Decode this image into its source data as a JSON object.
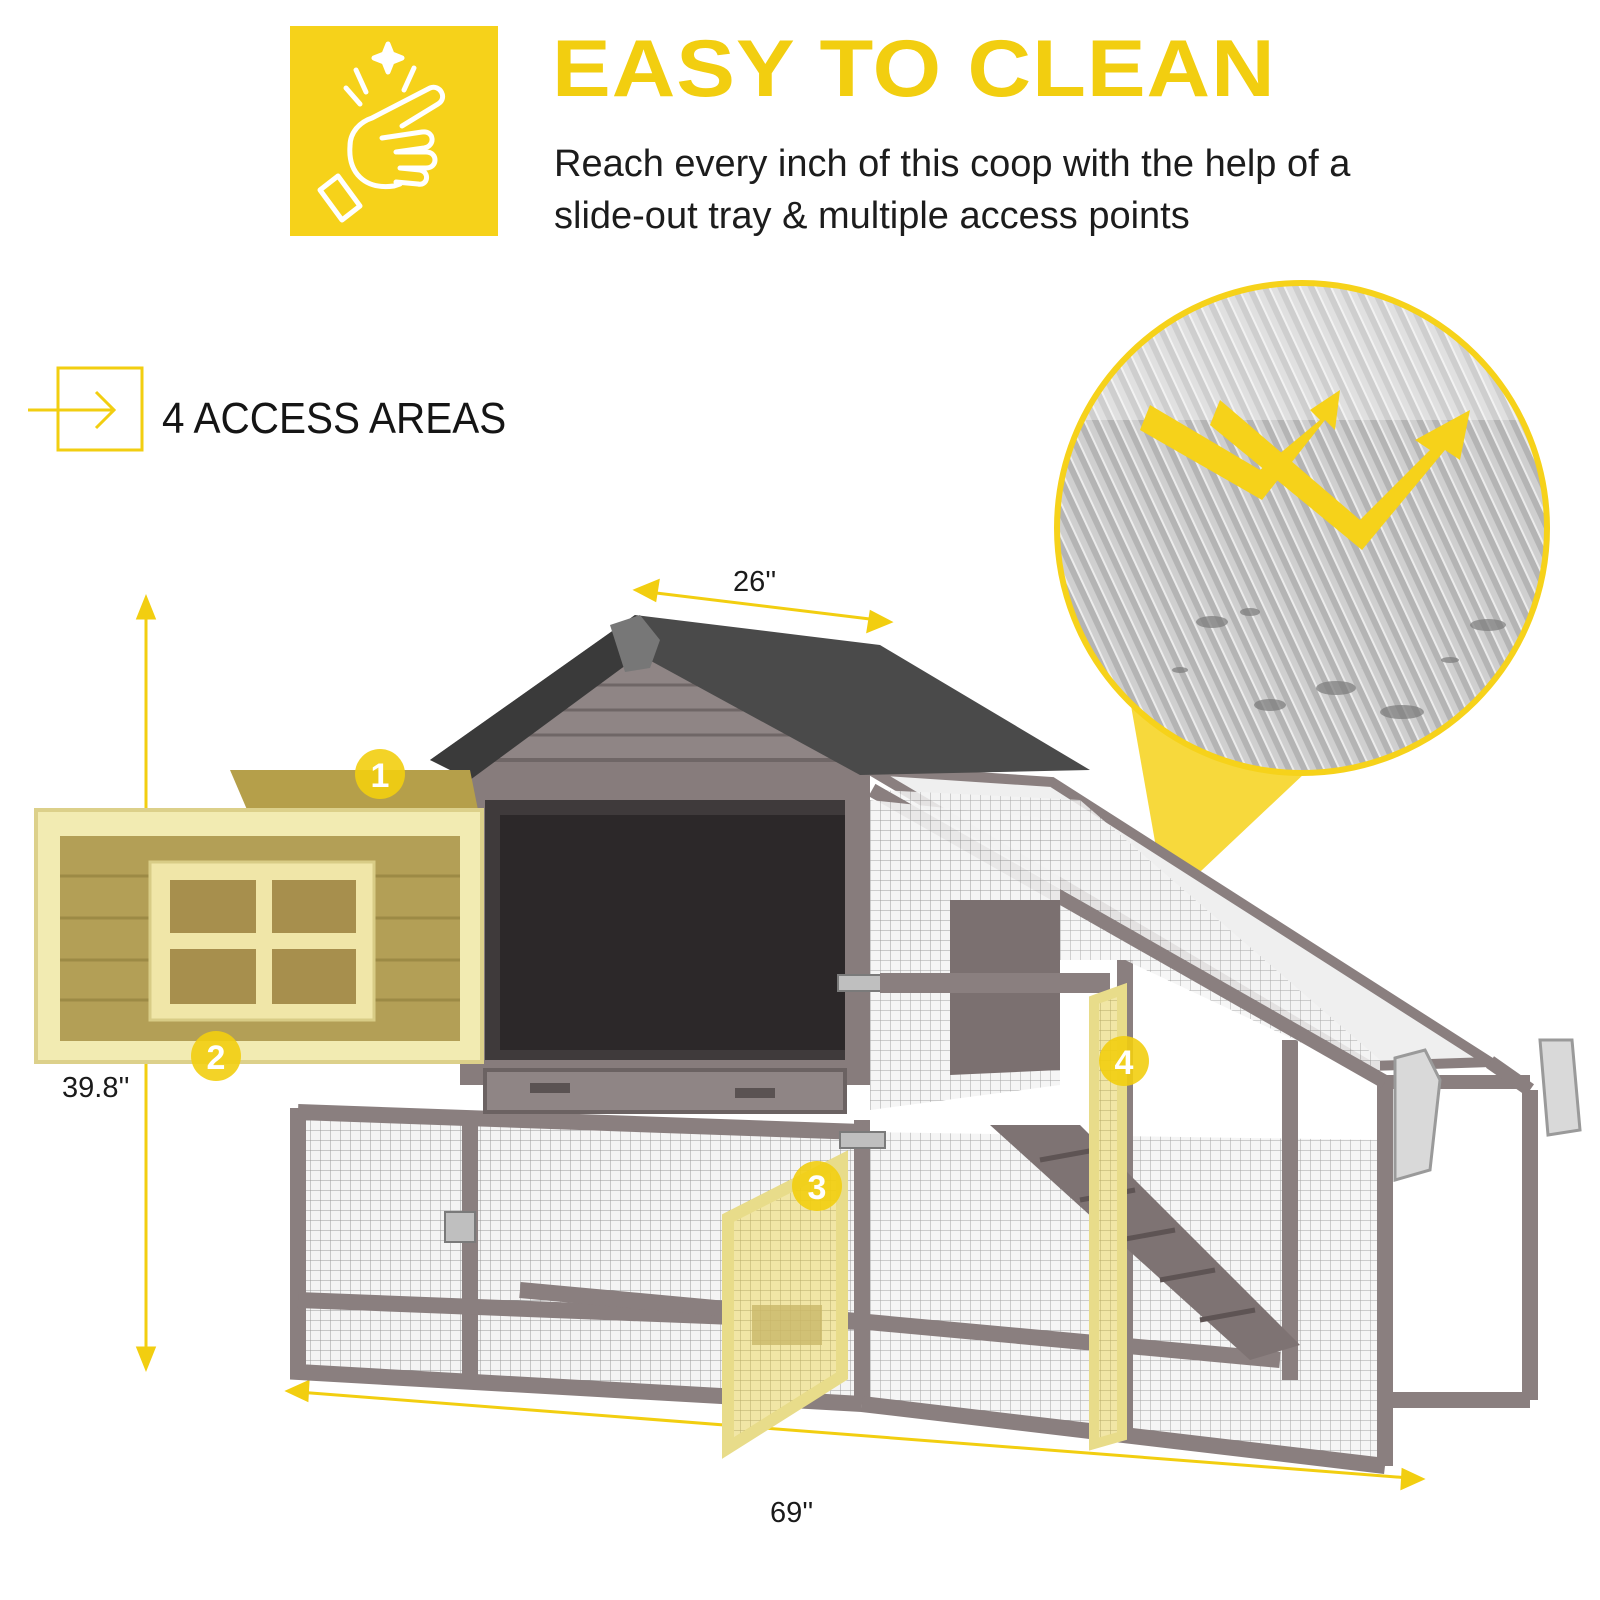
{
  "header": {
    "title": "EASY TO CLEAN",
    "subtitle": "Reach every inch of this coop with the help of a slide-out tray & multiple access points",
    "icon": "snapping-fingers-sparkle-icon",
    "accent_color": "#f6d21a"
  },
  "access": {
    "label": "4 ACCESS AREAS",
    "icon": "arrow-into-box-icon",
    "markers": [
      "1",
      "2",
      "3",
      "4"
    ]
  },
  "dimensions": {
    "depth": "26''",
    "height": "39.8''",
    "length": "69''"
  },
  "product": {
    "body_color": "#8a7f7f",
    "roof_color": "#4a4a4a",
    "highlight_color": "#e8dc8a"
  }
}
